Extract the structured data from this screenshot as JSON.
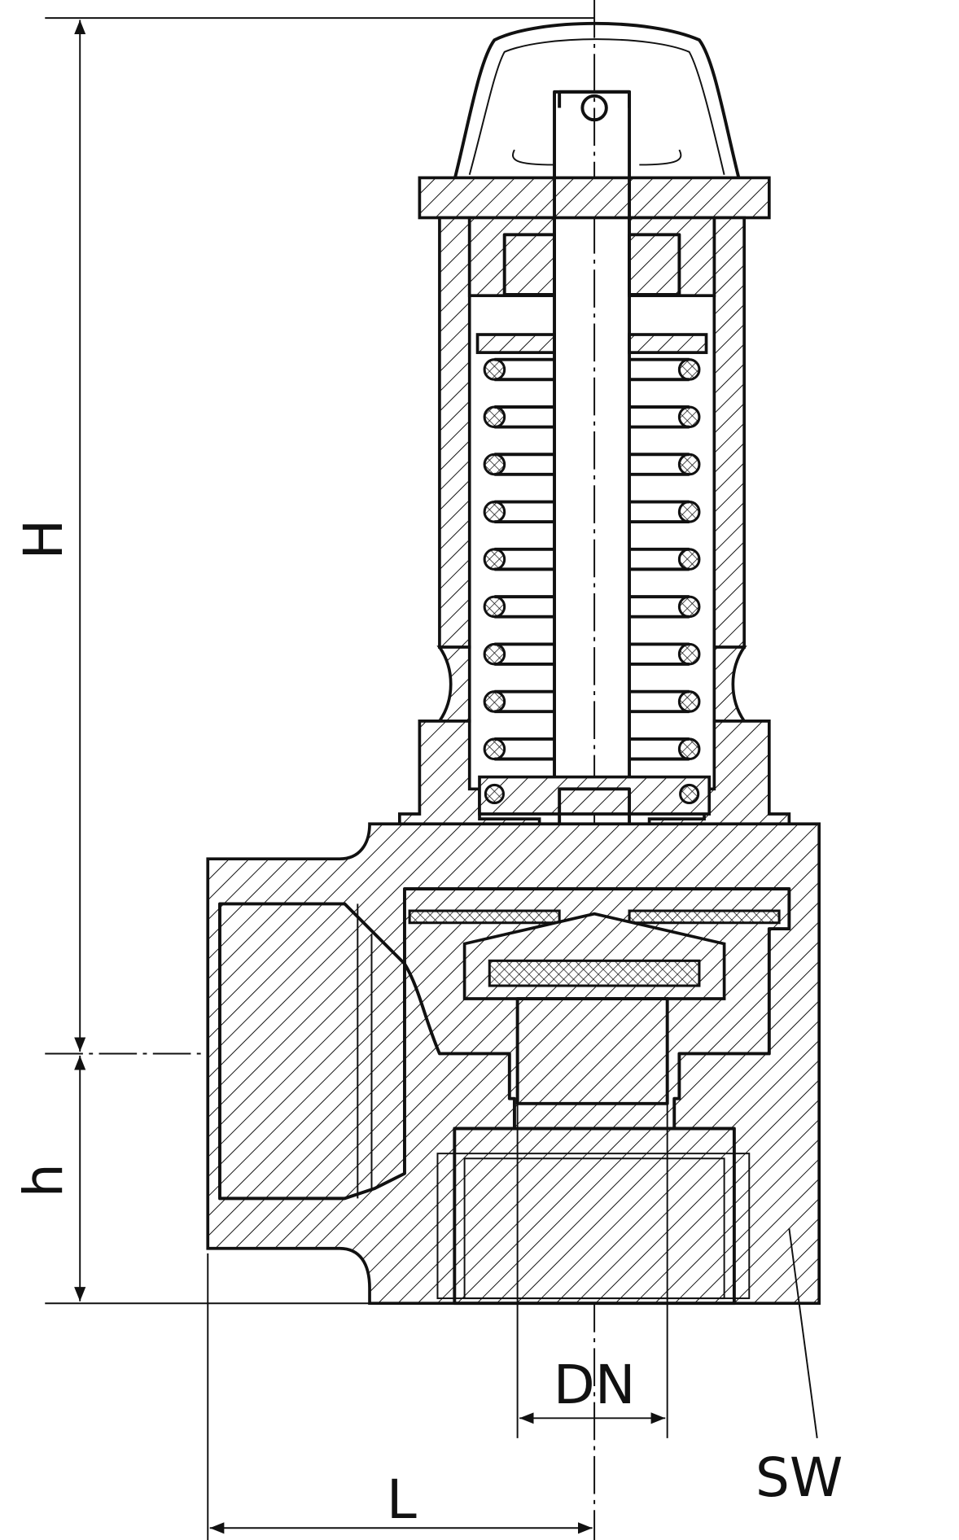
{
  "drawing": {
    "labels": {
      "height_total": "H",
      "height_inlet": "h",
      "nominal_diameter": "DN",
      "length": "L",
      "wrench_size": "SW"
    }
  }
}
